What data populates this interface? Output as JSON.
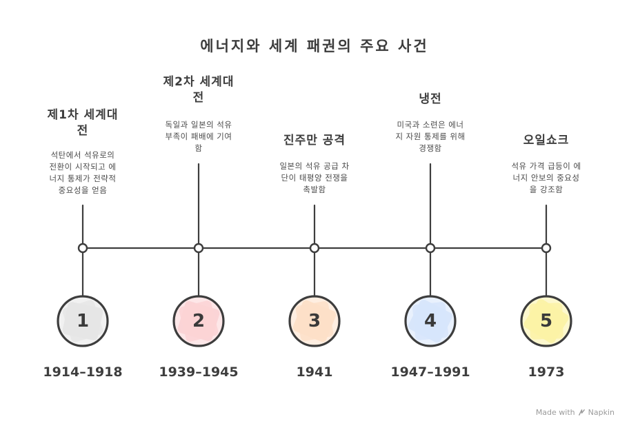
{
  "title": "에너지와 세계 패권의 주요 사건",
  "colors": {
    "line": "#3d3d3d",
    "circle_1": "#e6e6e6",
    "circle_2": "#fbd3d6",
    "circle_3": "#fde0c8",
    "circle_4": "#d7e5fb",
    "circle_5": "#fbf2a6"
  },
  "events": [
    {
      "number": "1",
      "title": "제1차 세계대전",
      "title_lines": [
        "제1차 세계대",
        "전"
      ],
      "description_lines": [
        "석탄에서 석유로의",
        "전환이 시작되고 에",
        "너지 통제가 전략적",
        "중요성을 얻음"
      ],
      "date": "1914–1918"
    },
    {
      "number": "2",
      "title": "제2차 세계대전",
      "title_lines": [
        "제2차 세계대",
        "전"
      ],
      "description_lines": [
        "독일과 일본의 석유",
        "부족이 패배에 기여",
        "함"
      ],
      "date": "1939–1945"
    },
    {
      "number": "3",
      "title": "진주만 공격",
      "title_lines": [
        "진주만 공격"
      ],
      "description_lines": [
        "일본의 석유 공급 차",
        "단이 태평양 전쟁을",
        "촉발함"
      ],
      "date": "1941"
    },
    {
      "number": "4",
      "title": "냉전",
      "title_lines": [
        "냉전"
      ],
      "description_lines": [
        "미국과 소련은 에너",
        "지 자원 통제를 위해",
        "경쟁함"
      ],
      "date": "1947–1991"
    },
    {
      "number": "5",
      "title": "오일쇼크",
      "title_lines": [
        "오일쇼크"
      ],
      "description_lines": [
        "석유 가격 급등이 에",
        "너지 안보의 중요성",
        "을 강조함"
      ],
      "date": "1973"
    }
  ],
  "footer": {
    "made_with": "Made with",
    "brand": "Napkin",
    "icon": "napkin-logo-icon"
  }
}
